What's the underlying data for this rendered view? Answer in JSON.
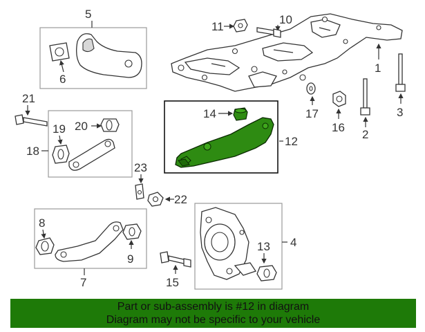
{
  "callouts": {
    "c1": "1",
    "c2": "2",
    "c3": "3",
    "c4": "4",
    "c5": "5",
    "c6": "6",
    "c7": "7",
    "c8": "8",
    "c9": "9",
    "c10": "10",
    "c11": "11",
    "c12": "12",
    "c13": "13",
    "c14": "14",
    "c15": "15",
    "c16": "16",
    "c17": "17",
    "c18": "18",
    "c19": "19",
    "c20": "20",
    "c21": "21",
    "c22": "22",
    "c23": "23"
  },
  "highlight": {
    "part": "12",
    "color": "#2e8b12"
  },
  "banner": {
    "line1": "Part or sub-assembly is #12 in diagram",
    "line2": "Diagram may not be specific to your vehicle",
    "color": "#1e7a08"
  }
}
